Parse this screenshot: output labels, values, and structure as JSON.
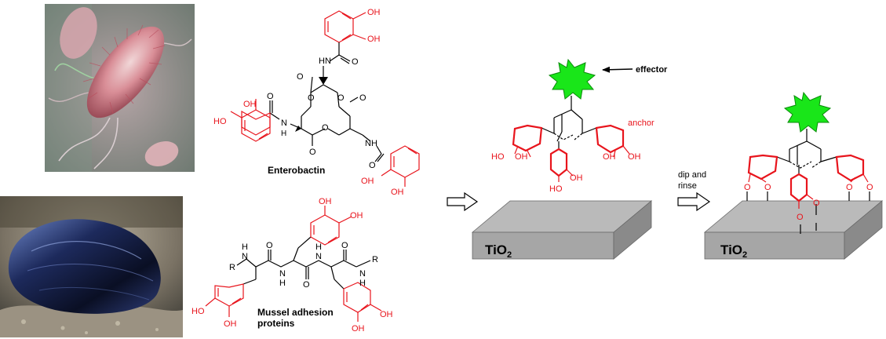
{
  "colors": {
    "anchor": "#e8141c",
    "bond": "#000000",
    "effector_fill": "#19e619",
    "effector_stroke": "#0a8a0a",
    "slab_top": "#b8b8b8",
    "slab_front": "#a6a6a6",
    "slab_side": "#8a8a8a"
  },
  "photos": {
    "bacterium": {
      "icon": "bacterium-photo"
    },
    "mussel": {
      "icon": "mussel-photo"
    }
  },
  "enterobactin": {
    "name": "Enterobactin",
    "oh": "OH",
    "ho": "HO",
    "nh": "NH",
    "hn": "HN",
    "n": "N",
    "o": "O"
  },
  "mussel_protein": {
    "name_line1": "Mussel adhesion",
    "name_line2": "proteins",
    "r": "R",
    "h": "H",
    "n": "N",
    "o": "O",
    "oh": "OH",
    "ho": "HO"
  },
  "scheme": {
    "effector_label": "effector",
    "anchor_label": "anchor",
    "oh": "OH",
    "ho": "HO",
    "o": "O",
    "substrate_main": "TiO",
    "substrate_sub": "2",
    "step_line1": "dip and",
    "step_line2": "rinse"
  }
}
